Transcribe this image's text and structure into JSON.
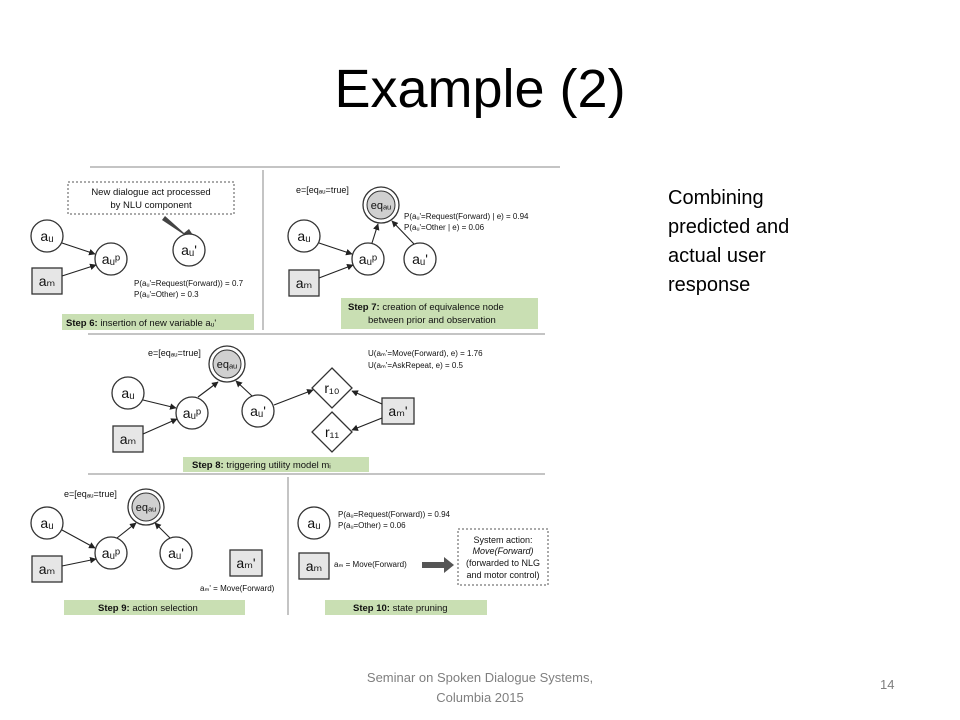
{
  "slide": {
    "title": "Example (2)",
    "side_text": [
      "Combining",
      "predicted and",
      "actual user",
      "response"
    ],
    "footer_line1": "Seminar on Spoken Dialogue Systems,",
    "footer_line2": "Columbia 2015",
    "page_number": "14"
  },
  "diagram": {
    "panel6": {
      "note_line1": "New dialogue act processed",
      "note_line2": "by NLU component",
      "node_au": "aᵤ",
      "node_am": "aₘ",
      "node_aup": "aᵤᵖ",
      "node_au_prime": "aᵤ'",
      "prob1": "P(aᵤ'=Request(Forward)) = 0.7",
      "prob2": "P(aᵤ'=Other) = 0.3",
      "step_bold": "Step 6:",
      "step_text": " insertion of new variable aᵤ'"
    },
    "panel7": {
      "evidence": "e=[eqₐᵤ=true]",
      "node_eq": "eqₐᵤ",
      "prob1": "P(aᵤ'=Request(Forward) | e) = 0.94",
      "prob2": "P(aᵤ'=Other | e) = 0.06",
      "node_au": "aᵤ",
      "node_am": "aₘ",
      "node_aup": "aᵤᵖ",
      "node_au_prime": "aᵤ'",
      "step_bold": "Step 7:",
      "step_text": " creation of equivalence node",
      "step_text2": "between prior and observation"
    },
    "panel8": {
      "evidence": "e=[eqₐᵤ=true]",
      "node_eq": "eqₐᵤ",
      "util1": "U(aₘ'=Move(Forward), e) = 1.76",
      "util2": "U(aₘ'=AskRepeat, e) = 0.5",
      "node_au": "aᵤ",
      "node_am": "aₘ",
      "node_aup": "aᵤᵖ",
      "node_au_prime": "aᵤ'",
      "node_r10": "r₁₀",
      "node_r11": "r₁₁",
      "node_am_prime": "aₘ'",
      "step_bold": "Step 8:",
      "step_text": " triggering utility model mᵢ"
    },
    "panel9": {
      "evidence": "e=[eqₐᵤ=true]",
      "node_eq": "eqₐᵤ",
      "node_au": "aᵤ",
      "node_am": "aₘ",
      "node_aup": "aᵤᵖ",
      "node_au_prime": "aᵤ'",
      "node_am_prime": "aₘ'",
      "action": "aₘ' = Move(Forward)",
      "step_bold": "Step 9:",
      "step_text": " action selection"
    },
    "panel10": {
      "node_au": "aᵤ",
      "node_am": "aₘ",
      "prob1": "P(aᵤ=Request(Forward)) = 0.94",
      "prob2": "P(aᵤ=Other) = 0.06",
      "am_value": "aₘ = Move(Forward)",
      "system_line1": "System action:",
      "system_line2": "Move(Forward)",
      "system_line3": "(forwarded to NLG",
      "system_line4": "and motor control)",
      "step_bold": "Step 10:",
      "step_text": " state pruning"
    }
  }
}
